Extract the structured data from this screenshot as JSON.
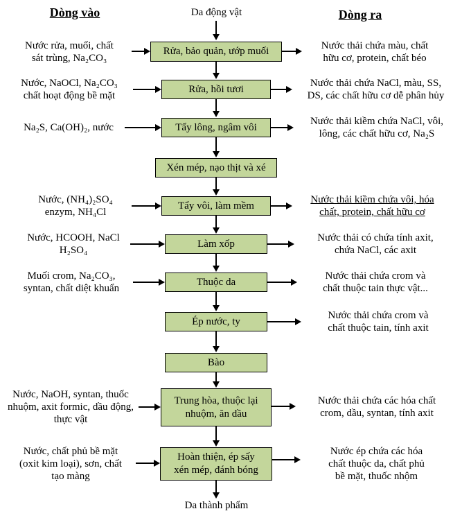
{
  "headers": {
    "input": "Dòng vào",
    "output": "Dòng ra"
  },
  "source": "Da động vật",
  "sink": "Da thành phẩm",
  "steps": [
    {
      "box": "Rửa, bảo quản, ướp muối",
      "input": "Nước rửa, muối, chất\nsát trùng, Na₂CO₃",
      "output": "Nước thải chứa màu, chất\nhữu cơ, protein, chất béo"
    },
    {
      "box": "Rửa, hồi tươi",
      "input": "Nước, NaOCl, Na₂CO₃\nchất hoạt động bề mặt",
      "output": "Nước thải chứa NaCl, màu, SS,\nDS, các chất hữu cơ dễ phân hủy"
    },
    {
      "box": "Tẩy lông, ngâm vôi",
      "input": "Na₂S, Ca(OH)₂, nước",
      "output": "Nước thải kiềm chứa NaCl, vôi,\nlông, các chất hữu cơ, Na₂S"
    },
    {
      "box": "Xén mép, nạo thịt và xé"
    },
    {
      "box": "Tẩy vôi, làm mềm",
      "input": "Nước, (NH₄)₂SO₄\nenzym, NH₄Cl",
      "output": "Nước thải kiềm chứa vôi, hóa\nchất, protein, chất hữu cơ"
    },
    {
      "box": "Làm xốp",
      "input": "Nước, HCOOH, NaCl\nH₂SO₄",
      "output": "Nước thải có chứa tính axit,\nchứa NaCl, các axit"
    },
    {
      "box": "Thuộc da",
      "input": "Muối crom, Na₂CO₃,\nsyntan, chất diệt khuẩn",
      "output": "Nước thải chứa crom và\nchất thuộc tain thực vật..."
    },
    {
      "box": "Ép nước, ty",
      "output": "Nước thải chứa crom và\nchất thuộc tain, tính axit"
    },
    {
      "box": "Bào"
    },
    {
      "box": "Trung hòa, thuộc lại\nnhuộm, ăn dầu",
      "input": "Nước, NaOH, syntan, thuốc\nnhuộm, axit formic, dầu động,\nthực vật",
      "output": "Nước thải chứa các hóa chất\ncrom, dầu, syntan, tính axit"
    },
    {
      "box": "Hoàn thiện, ép sấy\nxén mép, đánh bóng",
      "input": "Nước, chất phủ bề mặt\n(oxit kim loại), sơn, chất\ntạo màng",
      "output": "Nước ép chứa các hóa\nchất thuộc da, chất phủ\nbề mặt, thuốc nhộm"
    }
  ],
  "colors": {
    "box_fill": "#c3d69b",
    "box_border": "#000000",
    "text": "#000000"
  }
}
